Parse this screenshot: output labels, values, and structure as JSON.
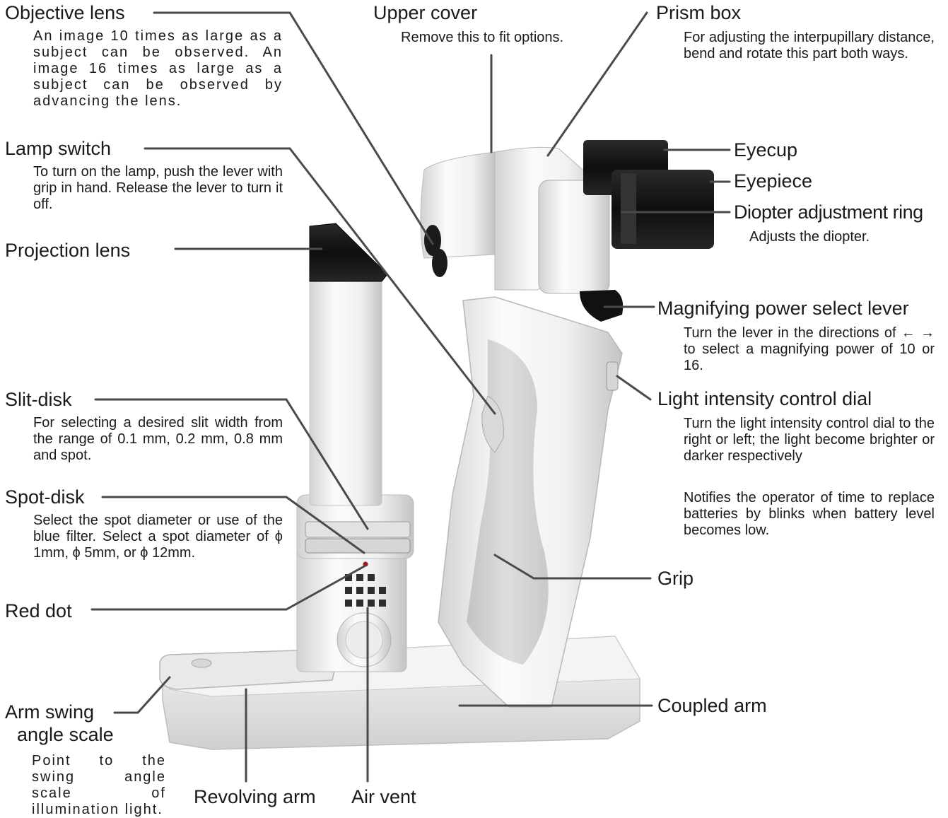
{
  "callouts": {
    "objective_lens": {
      "label": "Objective lens",
      "description": "An image 10 times as large as a subject can be observed. An image 16 times as large as a subject can be observed by advancing the lens."
    },
    "lamp_switch": {
      "label": "Lamp switch",
      "description": "To turn on the lamp, push the lever with grip in hand. Release the lever to turn it off."
    },
    "projection_lens": {
      "label": "Projection lens"
    },
    "slit_disk": {
      "label": "Slit-disk",
      "description": "For selecting a desired slit width from the range of 0.1 mm, 0.2 mm, 0.8 mm and spot."
    },
    "spot_disk": {
      "label": "Spot-disk",
      "description": "Select the spot diameter or use of the blue filter. Select a spot diameter of ϕ 1mm, ϕ 5mm, or ϕ 12mm."
    },
    "red_dot": {
      "label": "Red dot"
    },
    "arm_swing": {
      "label_line1": "Arm swing",
      "label_line2": "angle scale",
      "description": "Point to the swing angle scale of illumination light."
    },
    "revolving_arm": {
      "label": "Revolving arm"
    },
    "air_vent": {
      "label": "Air vent"
    },
    "upper_cover": {
      "label": "Upper cover",
      "description": "Remove this to fit options."
    },
    "prism_box": {
      "label": "Prism box",
      "description": "For adjusting the interpupillary distance, bend and rotate this part both ways."
    },
    "eyecup": {
      "label": "Eyecup"
    },
    "eyepiece": {
      "label": "Eyepiece"
    },
    "diopter_ring": {
      "label": "Diopter adjustment ring",
      "description": "Adjusts the diopter."
    },
    "magnifying_lever": {
      "label": "Magnifying power select lever",
      "description": "Turn the lever in the directions of ← → to select a magnifying power of 10 or 16."
    },
    "light_dial": {
      "label": "Light intensity control dial",
      "description": "Turn the light intensity control dial to the right or left; the light become brighter or darker respectively",
      "description2": "Notifies the operator of time to replace batteries by blinks when battery level becomes low."
    },
    "grip": {
      "label": "Grip"
    },
    "coupled_arm": {
      "label": "Coupled arm"
    }
  },
  "colors": {
    "leader_line": "#4a4a4a",
    "body_light": "#f2f2f2",
    "body_shadow": "#c9c9c9",
    "eyepiece_black": "#161616",
    "grip_gray": "#cfcfcf"
  }
}
